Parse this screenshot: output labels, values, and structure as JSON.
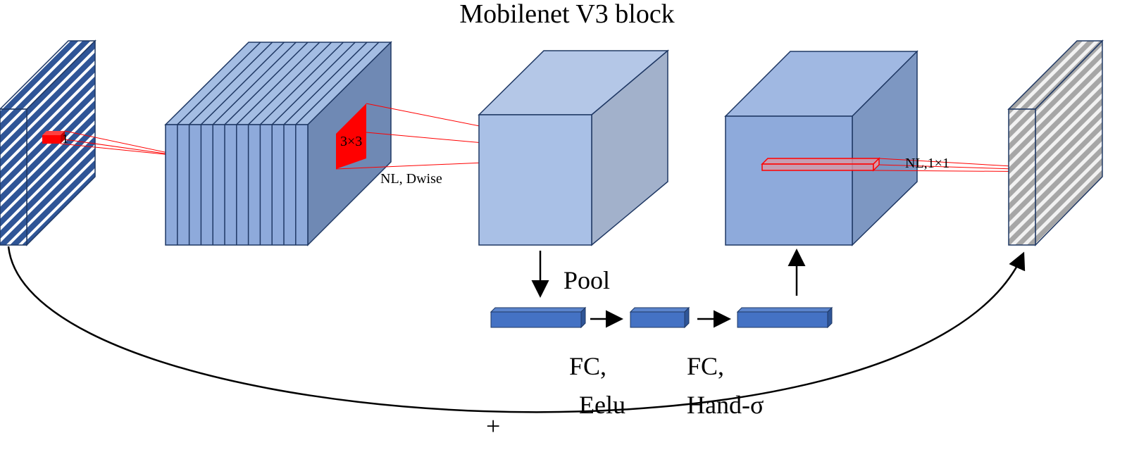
{
  "title": "Mobilenet V3 block",
  "labels": {
    "input_kernel": "1",
    "dwise_kernel": "3×3",
    "dwise_op": "NL, Dwise",
    "pointwise_op": "NL,1×1",
    "pool": "Pool",
    "fc1_line1": "FC,",
    "fc1_line2": "Eelu",
    "fc2_line1": "FC,",
    "fc2_line2": "Hand-σ",
    "residual": "+"
  },
  "colors": {
    "block_blue": "#8eaadb",
    "block_dark": "#6f89b4",
    "block_light": "#b4c7e7",
    "outline": "#1f3864",
    "kernel_red": "#ff0000",
    "se_bar": "#4472c4",
    "output_grey": "#bfbfbf"
  }
}
